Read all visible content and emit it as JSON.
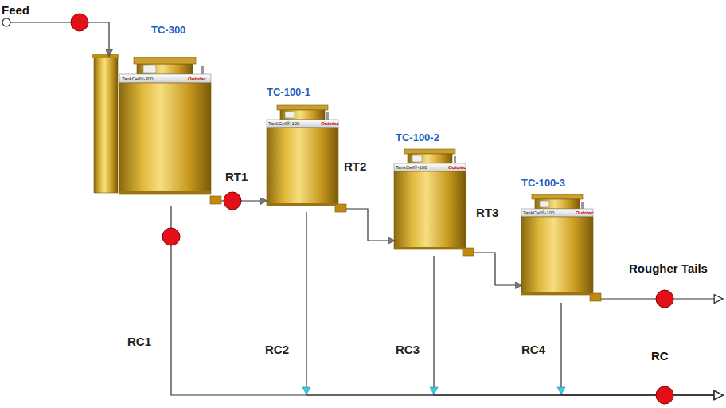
{
  "diagram": {
    "nodes": [
      {
        "text": [
          "Feed"
        ]
      },
      {
        "text": [
          "TC-300"
        ]
      },
      {
        "text": [
          "TC-100-1"
        ]
      },
      {
        "text": [
          "TC-100-2"
        ]
      },
      {
        "text": [
          "TC-100-3"
        ]
      },
      {
        "text": [
          "Rougher Tails"
        ]
      },
      {
        "text": [
          "RC"
        ]
      }
    ],
    "edges": [
      {
        "from": 0,
        "to": 1,
        "arrow": "to"
      },
      {
        "from": 1,
        "to": 2,
        "label": "RT1",
        "arrow": "to"
      },
      {
        "from": 2,
        "to": 3,
        "label": "RT2",
        "arrow": "to"
      },
      {
        "from": 3,
        "to": 4,
        "label": "RT3",
        "arrow": "to"
      },
      {
        "from": 4,
        "to": 5,
        "arrow": "to"
      },
      {
        "from": 1,
        "to": 6,
        "label": "RC1",
        "arrow": "to"
      },
      {
        "from": 2,
        "to": 6,
        "label": "RC2",
        "arrow": "to"
      },
      {
        "from": 3,
        "to": 6,
        "label": "RC3",
        "arrow": "to"
      },
      {
        "from": 4,
        "to": 6,
        "label": "RC4",
        "arrow": "to"
      }
    ],
    "labels": [
      "TankCell®-300",
      "Outotec",
      "TankCell®-100",
      "Outotec",
      "TankCell®-100",
      "Outotec",
      "TankCell®-100",
      "Outotec"
    ]
  }
}
